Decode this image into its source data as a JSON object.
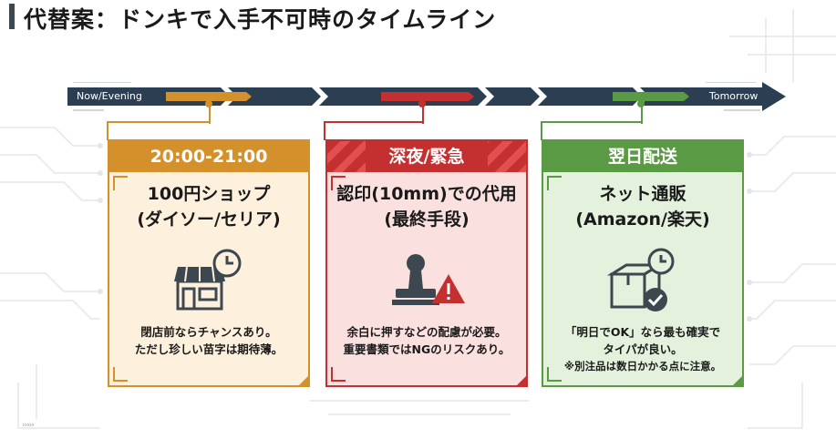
{
  "page": {
    "title": "代替案：ドンキで入手不可時のタイムライン"
  },
  "timeline": {
    "start_label": "Now/Evening",
    "end_label": "Tomorrow",
    "segment_colors": [
      "#d4902a",
      "#c42f2f",
      "#5a9a44"
    ]
  },
  "cards": [
    {
      "header": "20:00-21:00",
      "title_line1": "100円ショップ",
      "title_line2": "(ダイソー/セリア)",
      "icon": "store-clock-icon",
      "desc_line1": "閉店前ならチャンスあり。",
      "desc_line2": "ただし珍しい苗字は期待薄。",
      "desc_line3": "",
      "color": "#d4902a"
    },
    {
      "header": "深夜/緊急",
      "title_line1": "認印(10mm)での代用",
      "title_line2": "(最終手段)",
      "icon": "stamp-warning-icon",
      "desc_line1": "余白に押すなどの配慮が必要。",
      "desc_line2": "重要書類ではNGのリスクあり。",
      "desc_line3": "",
      "color": "#c42f2f"
    },
    {
      "header": "翌日配送",
      "title_line1": "ネット通販",
      "title_line2": "(Amazon/楽天)",
      "icon": "package-clock-check-icon",
      "desc_line1": "「明日でOK」なら最も確実で",
      "desc_line2": "タイパが良い。",
      "desc_line3": "※別注品は数日かかる点に注意。",
      "color": "#5a9a44"
    }
  ],
  "footer": {
    "arrows": "›››››"
  }
}
